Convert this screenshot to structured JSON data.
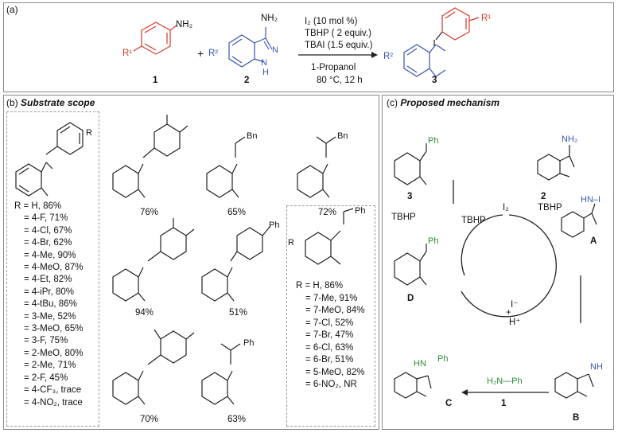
{
  "panel_a": {
    "label": "(a)",
    "reagents": [
      "I₂ (10 mol %)",
      "TBHP ( 2 equiv.)",
      "TBAI (1.5 equiv.)"
    ],
    "solvent": "1-Propanol",
    "conditions": "80 °C, 12 h",
    "compound_1": "1",
    "compound_2": "2",
    "compound_3": "3",
    "plus": "+",
    "r1": "R¹",
    "r2": "R²",
    "nh2": "NH₂"
  },
  "panel_b": {
    "label": "(b)",
    "title": "Substrate scope",
    "r_label": "R",
    "list1": [
      "R = H, 86%",
      "= 4-F, 71%",
      "= 4-Cl, 67%",
      "= 4-Br, 62%",
      "= 4-Me, 90%",
      "= 4-MeO, 87%",
      "= 4-Et, 82%",
      "= 4-iPr, 80%",
      "= 4-tBu, 86%",
      "= 3-Me, 52%",
      "= 3-MeO, 65%",
      "= 3-F, 75%",
      "= 2-MeO, 80%",
      "= 2-Me, 71%",
      "= 2-F, 45%",
      "= 4-CF₃, trace",
      "= 4-NO₂, trace"
    ],
    "yields": [
      "76%",
      "65%",
      "72%",
      "94%",
      "51%",
      "70%",
      "63%"
    ],
    "list2": [
      "R = H, 86%",
      "= 7-Me, 91%",
      "= 7-MeO, 84%",
      "= 7-Cl, 52%",
      "= 7-Br, 47%",
      "= 6-Cl, 63%",
      "= 6-Br, 51%",
      "= 5-MeO, 82%",
      "= 6-NO₂, NR"
    ],
    "substituents": {
      "bn": "Bn",
      "ph": "Ph"
    }
  },
  "panel_c": {
    "label": "(c)",
    "title": "Proposed mechanism",
    "tbhp": "TBHP",
    "i2": "I₂",
    "i_minus": "I⁻",
    "plus": "+",
    "h_plus": "H⁺",
    "labels": {
      "three": "3",
      "two": "2",
      "A": "A",
      "B": "B",
      "C": "C",
      "D": "D",
      "one": "1"
    },
    "aniline": "H₂N—Ph"
  }
}
